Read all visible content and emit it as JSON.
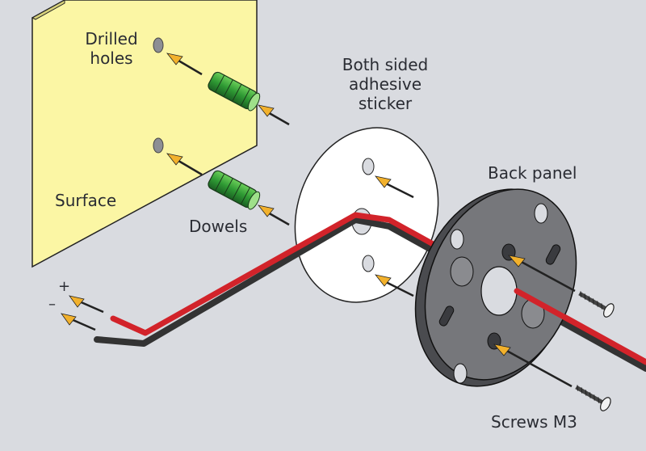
{
  "labels": {
    "drilled_holes_line1": "Drilled",
    "drilled_holes_line2": "holes",
    "surface": "Surface",
    "dowels": "Dowels",
    "sticker_line1": "Both sided",
    "sticker_line2": "adhesive",
    "sticker_line3": "sticker",
    "back_panel": "Back panel",
    "screws": "Screws M3",
    "plus": "+",
    "minus": "–"
  },
  "colors": {
    "background": "#d9dbe0",
    "surface": "#fbf6a4",
    "dowel": "#3a9a3a",
    "arrow": "#f2b12c",
    "wire_red": "#d2232a",
    "wire_black": "#333333",
    "panel": "#6b6c70",
    "sticker": "#ffffff"
  }
}
